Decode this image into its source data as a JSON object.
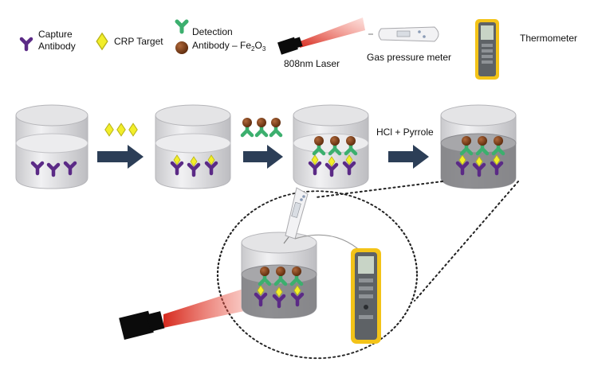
{
  "legend": {
    "capture_line1": "Capture",
    "capture_line2": "Antibody",
    "crp": "CRP Target",
    "detection_line1": "Detection",
    "detection_line2_prefix": "Antibody – Fe",
    "sub_2": "2",
    "o": "O",
    "sub_3": "3",
    "laser": "808nm Laser",
    "gas_meter": "Gas pressure meter",
    "thermometer": "Thermometer"
  },
  "steps": {
    "reagent": "HCl + Pyrrole"
  },
  "colors": {
    "capture": "#5b2a86",
    "crp": "#f2ee2a",
    "detection": "#3caf6e",
    "particle": "#7a3b12",
    "laser": "#e8402f",
    "arrow": "#2c3e57",
    "thermo_body": "#f3c318"
  }
}
